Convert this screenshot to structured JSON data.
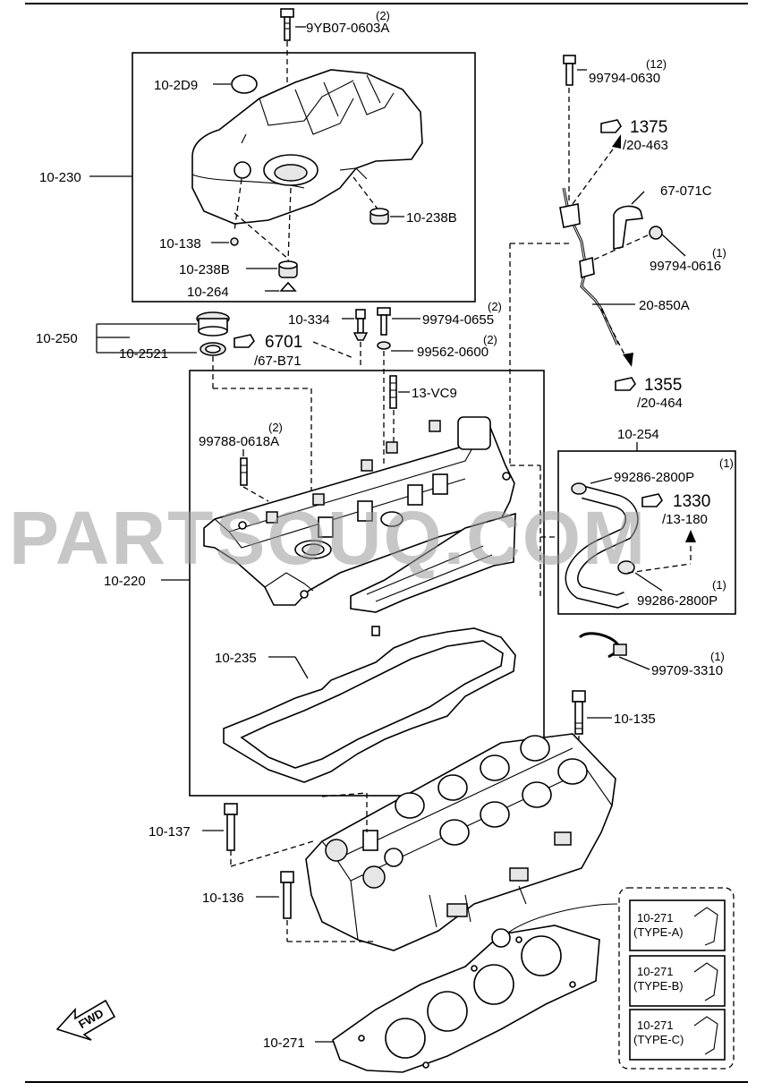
{
  "watermark": "PARTSOUQ.COM",
  "direction_label": "FWD",
  "labels": {
    "bolt_top": "9YB07-0603A",
    "bolt_top_qty": "(2)",
    "cover_cap": "10-2D9",
    "engine_cover": "10-230",
    "grommet_right": "10-238B",
    "grommet_left": "10-238B",
    "pin": "10-138",
    "washer": "10-264",
    "dipstick_bolt": "99794-0630",
    "dipstick_bolt_qty": "(12)",
    "clamp_plate": "67-071C",
    "clamp_bolt": "99794-0616",
    "clamp_bolt_qty": "(1)",
    "dipstick": "20-850A",
    "oil_cap_assy": "10-250",
    "oil_cap_seal": "10-2521",
    "stud_small": "10-334",
    "head_cover_bolt": "99794-0655",
    "head_cover_bolt_qty": "(2)",
    "washer_seal": "99562-0600",
    "washer_seal_qty": "(2)",
    "stud": "13-VC9",
    "stud_left": "99788-0618A",
    "stud_left_qty": "(2)",
    "head_cover": "10-220",
    "hose_assy": "10-254",
    "hose_clamp_1": "99286-2800P",
    "hose_clamp_1_qty": "(1)",
    "hose_clamp_2": "99286-2800P",
    "hose_clamp_2_qty": "(1)",
    "cover_gasket": "10-235",
    "tie_strap": "99709-3310",
    "tie_strap_qty": "(1)",
    "head_bolt_long": "10-135",
    "head_bolt_mid": "10-137",
    "head_bolt_short": "10-136",
    "head_gasket": "10-271"
  },
  "references": [
    {
      "num": "1375",
      "page": "/20-463"
    },
    {
      "num": "6701",
      "page": "/67-B71"
    },
    {
      "num": "1355",
      "page": "/20-464"
    },
    {
      "num": "1330",
      "page": "/13-180"
    }
  ],
  "gasket_types": [
    {
      "code": "10-271",
      "type": "(TYPE-A)"
    },
    {
      "code": "10-271",
      "type": "(TYPE-B)"
    },
    {
      "code": "10-271",
      "type": "(TYPE-C)"
    }
  ]
}
